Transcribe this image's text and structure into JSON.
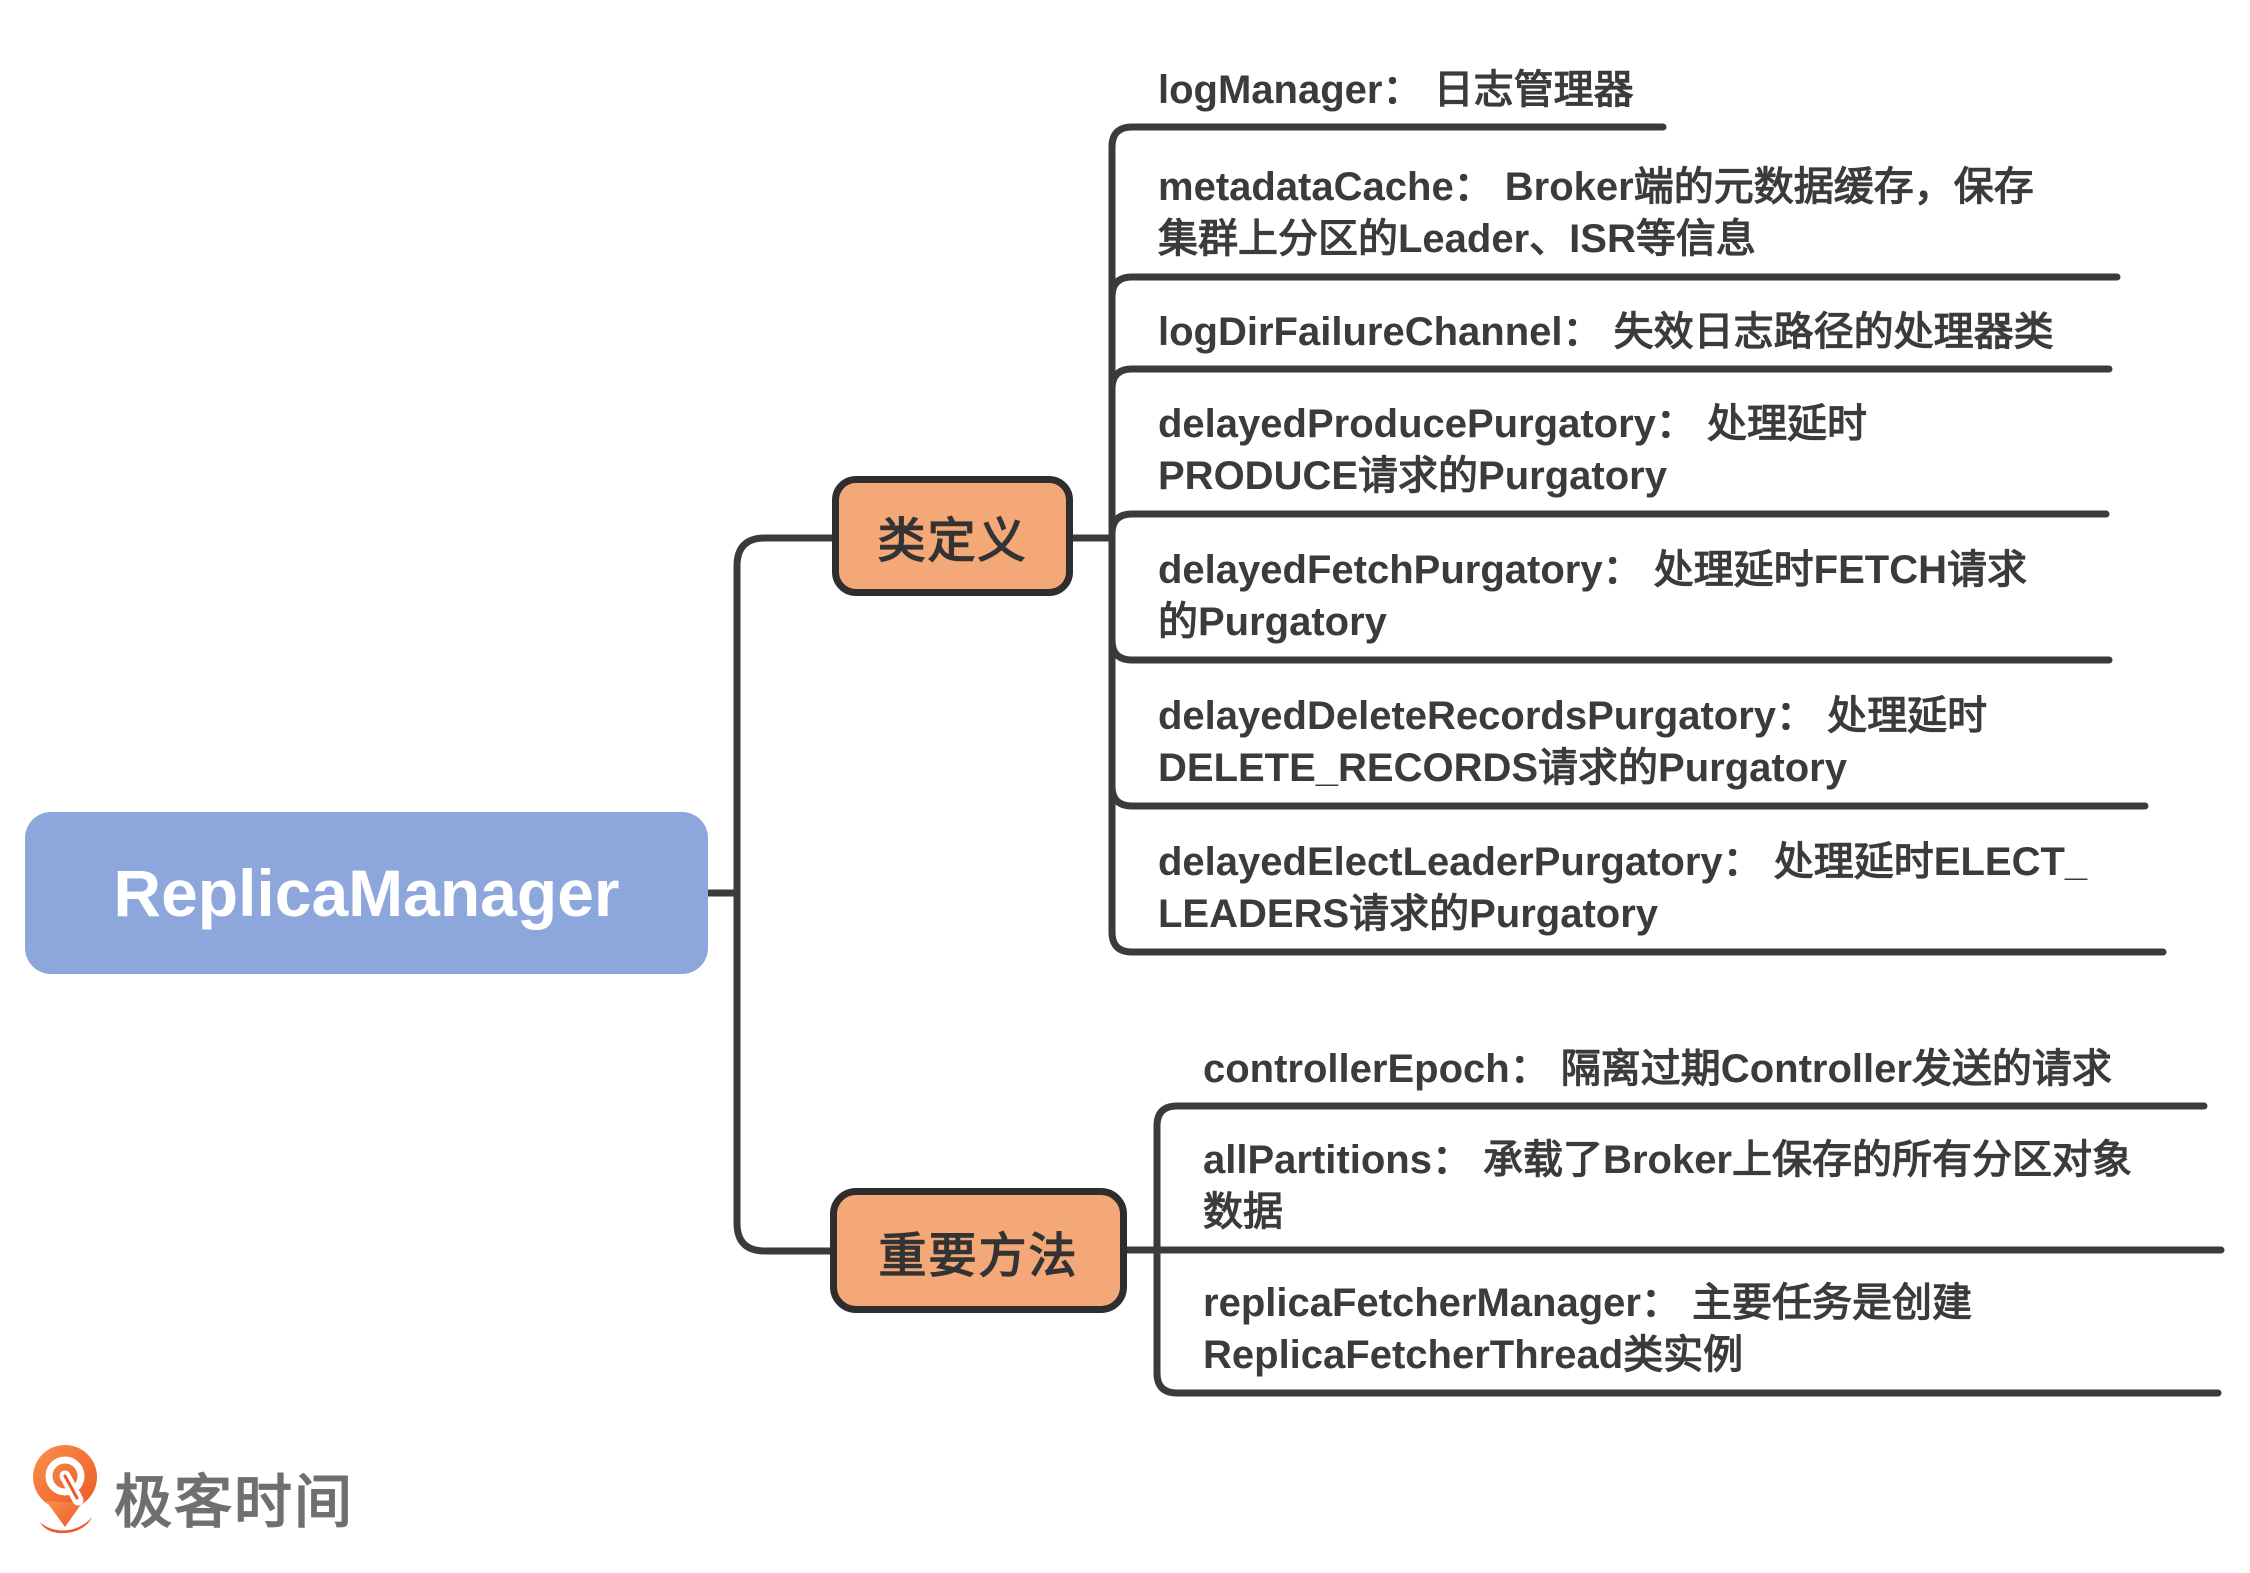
{
  "root": {
    "label": "ReplicaManager"
  },
  "branches": [
    {
      "label": "类定义",
      "children": [
        {
          "line1": "logManager： 日志管理器"
        },
        {
          "line1": "metadataCache： Broker端的元数据缓存，保存",
          "line2": "集群上分区的Leader、ISR等信息"
        },
        {
          "line1": "logDirFailureChannel： 失效日志路径的处理器类"
        },
        {
          "line1": "delayedProducePurgatory： 处理延时",
          "line2": "PRODUCE请求的Purgatory"
        },
        {
          "line1": "delayedFetchPurgatory： 处理延时FETCH请求",
          "line2": "的Purgatory"
        },
        {
          "line1": "delayedDeleteRecordsPurgatory： 处理延时",
          "line2": "DELETE_RECORDS请求的Purgatory"
        },
        {
          "line1": "delayedElectLeaderPurgatory： 处理延时ELECT_",
          "line2": "LEADERS请求的Purgatory"
        }
      ]
    },
    {
      "label": "重要方法",
      "children": [
        {
          "line1": "controllerEpoch： 隔离过期Controller发送的请求"
        },
        {
          "line1": "allPartitions： 承载了Broker上保存的所有分区对象",
          "line2": "数据"
        },
        {
          "line1": "replicaFetcherManager： 主要任务是创建",
          "line2": "ReplicaFetcherThread类实例"
        }
      ]
    }
  ],
  "footer": {
    "logo_text": "极客时间"
  },
  "colors": {
    "root_fill": "#8DA7DC",
    "branch_fill": "#F4A878",
    "branch_border": "#2E2E2E",
    "connector": "#3B3B3B",
    "text": "#3B3B3B",
    "logo_orange": "#EC5828"
  }
}
